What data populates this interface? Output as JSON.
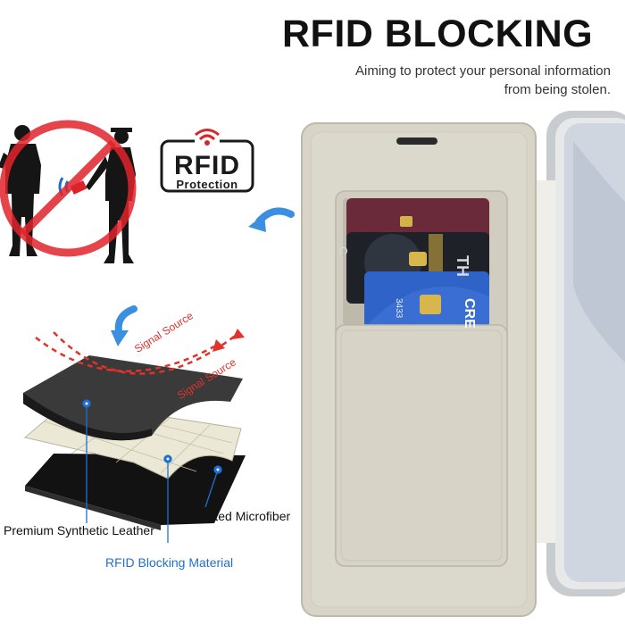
{
  "header": {
    "title": "RFID BLOCKING",
    "subtitle_line1": "Aiming to protect your personal information",
    "subtitle_line2": "from being stolen."
  },
  "badge": {
    "title": "RFID",
    "subtitle": "Protection",
    "icon": "wifi-signal-icon"
  },
  "layers": {
    "signal_label_1": "Signal Source",
    "signal_label_2": "Signal Source",
    "leather": "Premium Synthetic Leather",
    "microfiber": "Imitated Microfiber",
    "blocking": "RFID Blocking Material"
  },
  "cards": {
    "card1_text": "C",
    "card2_text": "TH",
    "card3_text": "CRE",
    "card3_number": "3433"
  },
  "colors": {
    "accent_blue": "#1f6fd1",
    "signal_red": "#e0332b",
    "case_beige": "#d8d5c8",
    "phone_silver": "#c9cccf"
  }
}
